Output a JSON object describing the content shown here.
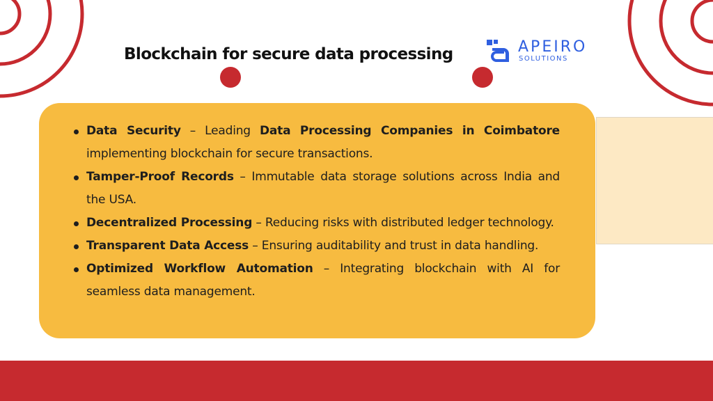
{
  "slide": {
    "title": "Blockchain for secure data processing"
  },
  "logo": {
    "name": "APEIRO",
    "subtitle": "SOLUTIONS"
  },
  "bullets": [
    {
      "bold": "Data Security",
      "rest": " – Leading ",
      "bold2": "Data Processing Companies in Coimbatore",
      "rest2": " implementing blockchain for secure transactions."
    },
    {
      "bold": "Tamper-Proof Records",
      "rest": " – Immutable data storage solutions across India and the USA."
    },
    {
      "bold": "Decentralized Processing",
      "rest": " – Reducing risks with distributed ledger technology."
    },
    {
      "bold": "Transparent Data Access",
      "rest": " – Ensuring auditability and trust in data handling."
    },
    {
      "bold": "Optimized Workflow Automation",
      "rest": " – Integrating blockchain with AI for seamless data management."
    }
  ],
  "colors": {
    "accent_red": "#c62a2f",
    "card_yellow": "#f7bb40",
    "side_panel": "#fde9c4",
    "logo_blue": "#2f5fe0"
  },
  "icons": [
    "concentric-arcs-left",
    "concentric-arcs-right",
    "red-dot",
    "apeiro-logo-mark"
  ]
}
